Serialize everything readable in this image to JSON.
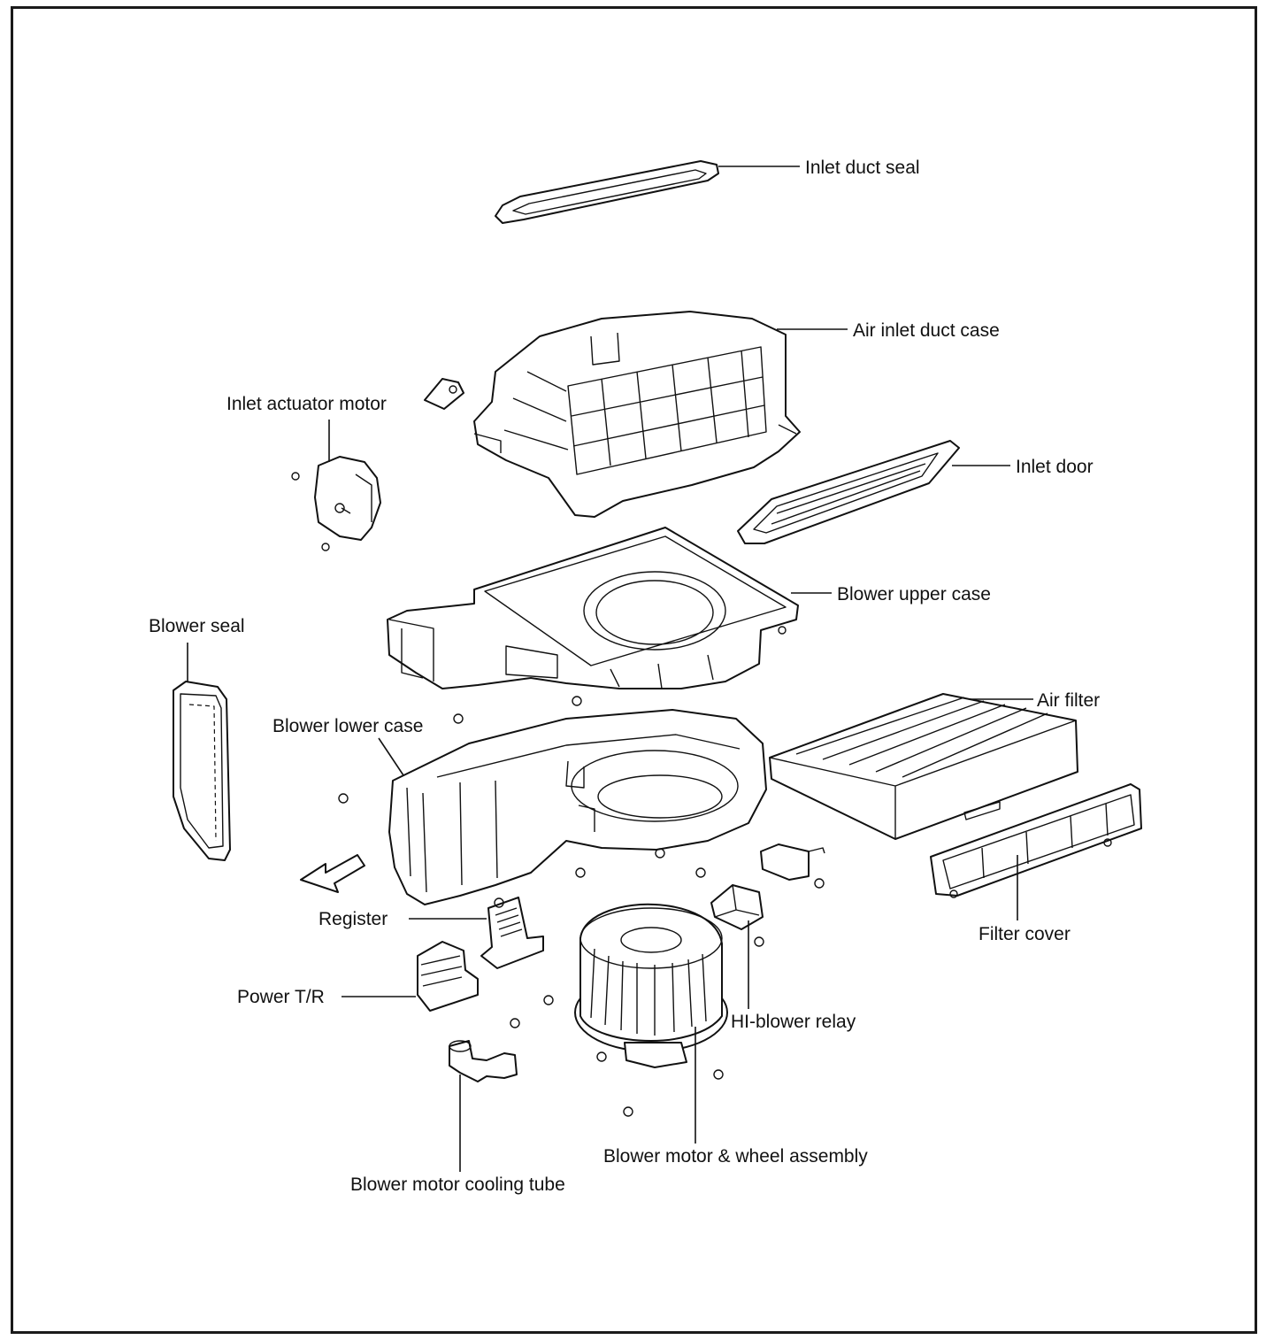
{
  "labels": {
    "inlet_duct_seal": "Inlet duct seal",
    "air_inlet_duct_case": "Air inlet duct case",
    "inlet_actuator_motor": "Inlet actuator motor",
    "inlet_door": "Inlet door",
    "blower_upper_case": "Blower upper case",
    "blower_seal": "Blower seal",
    "air_filter": "Air filter",
    "blower_lower_case": "Blower lower case",
    "filter_cover": "Filter cover",
    "register": "Register",
    "power_tr": "Power T/R",
    "hi_blower_relay": "HI-blower relay",
    "blower_motor_wheel_assembly": "Blower motor & wheel assembly",
    "blower_motor_cooling_tube": "Blower motor cooling tube"
  }
}
